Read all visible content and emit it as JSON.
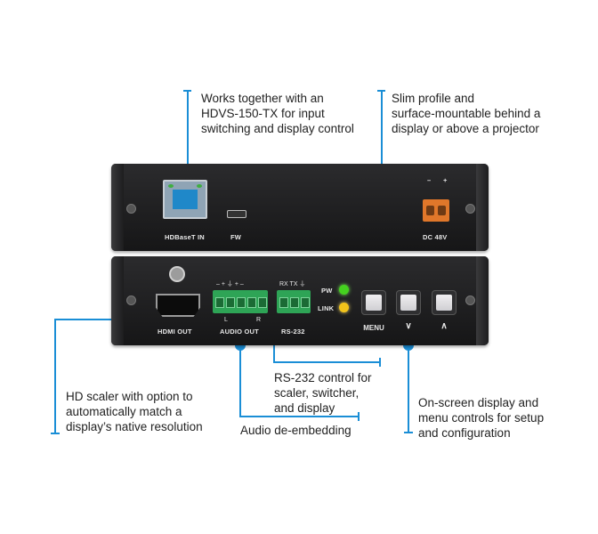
{
  "callouts": {
    "rj45": [
      "Works together with an",
      "HDVS-150-TX for input",
      "switching and display control"
    ],
    "profile": [
      "Slim profile and",
      "surface-mountable behind a",
      "display or above a projector"
    ],
    "scaler": [
      "HD scaler with option to",
      "automatically match a",
      "display’s native resolution"
    ],
    "rs232": [
      "RS-232 control for",
      "scaler, switcher,",
      "and display"
    ],
    "osd": [
      "On-screen display and",
      "menu controls for setup",
      "and configuration"
    ],
    "audio": [
      "Audio de-embedding"
    ]
  },
  "top_panel": {
    "hdbaset_label": "HDBaseT IN",
    "fw_label": "FW",
    "dc_label": "DC 48V",
    "dc_minus": "–",
    "dc_plus": "+"
  },
  "bottom_panel": {
    "hdmi_label": "HDMI OUT",
    "audio_label": "AUDIO OUT",
    "audio_marks": "–  +  ⏚  +  –",
    "audio_l": "L",
    "audio_r": "R",
    "rs232_marks": "RX TX ⏚",
    "rs232_label": "RS-232",
    "pw_label": "PW",
    "link_label": "LINK",
    "menu_label": "MENU",
    "down_label": "∨",
    "up_label": "∧"
  },
  "colors": {
    "accent": "#1a8ed6",
    "led_pw": "#44d11f",
    "led_link": "#f2c31b"
  }
}
